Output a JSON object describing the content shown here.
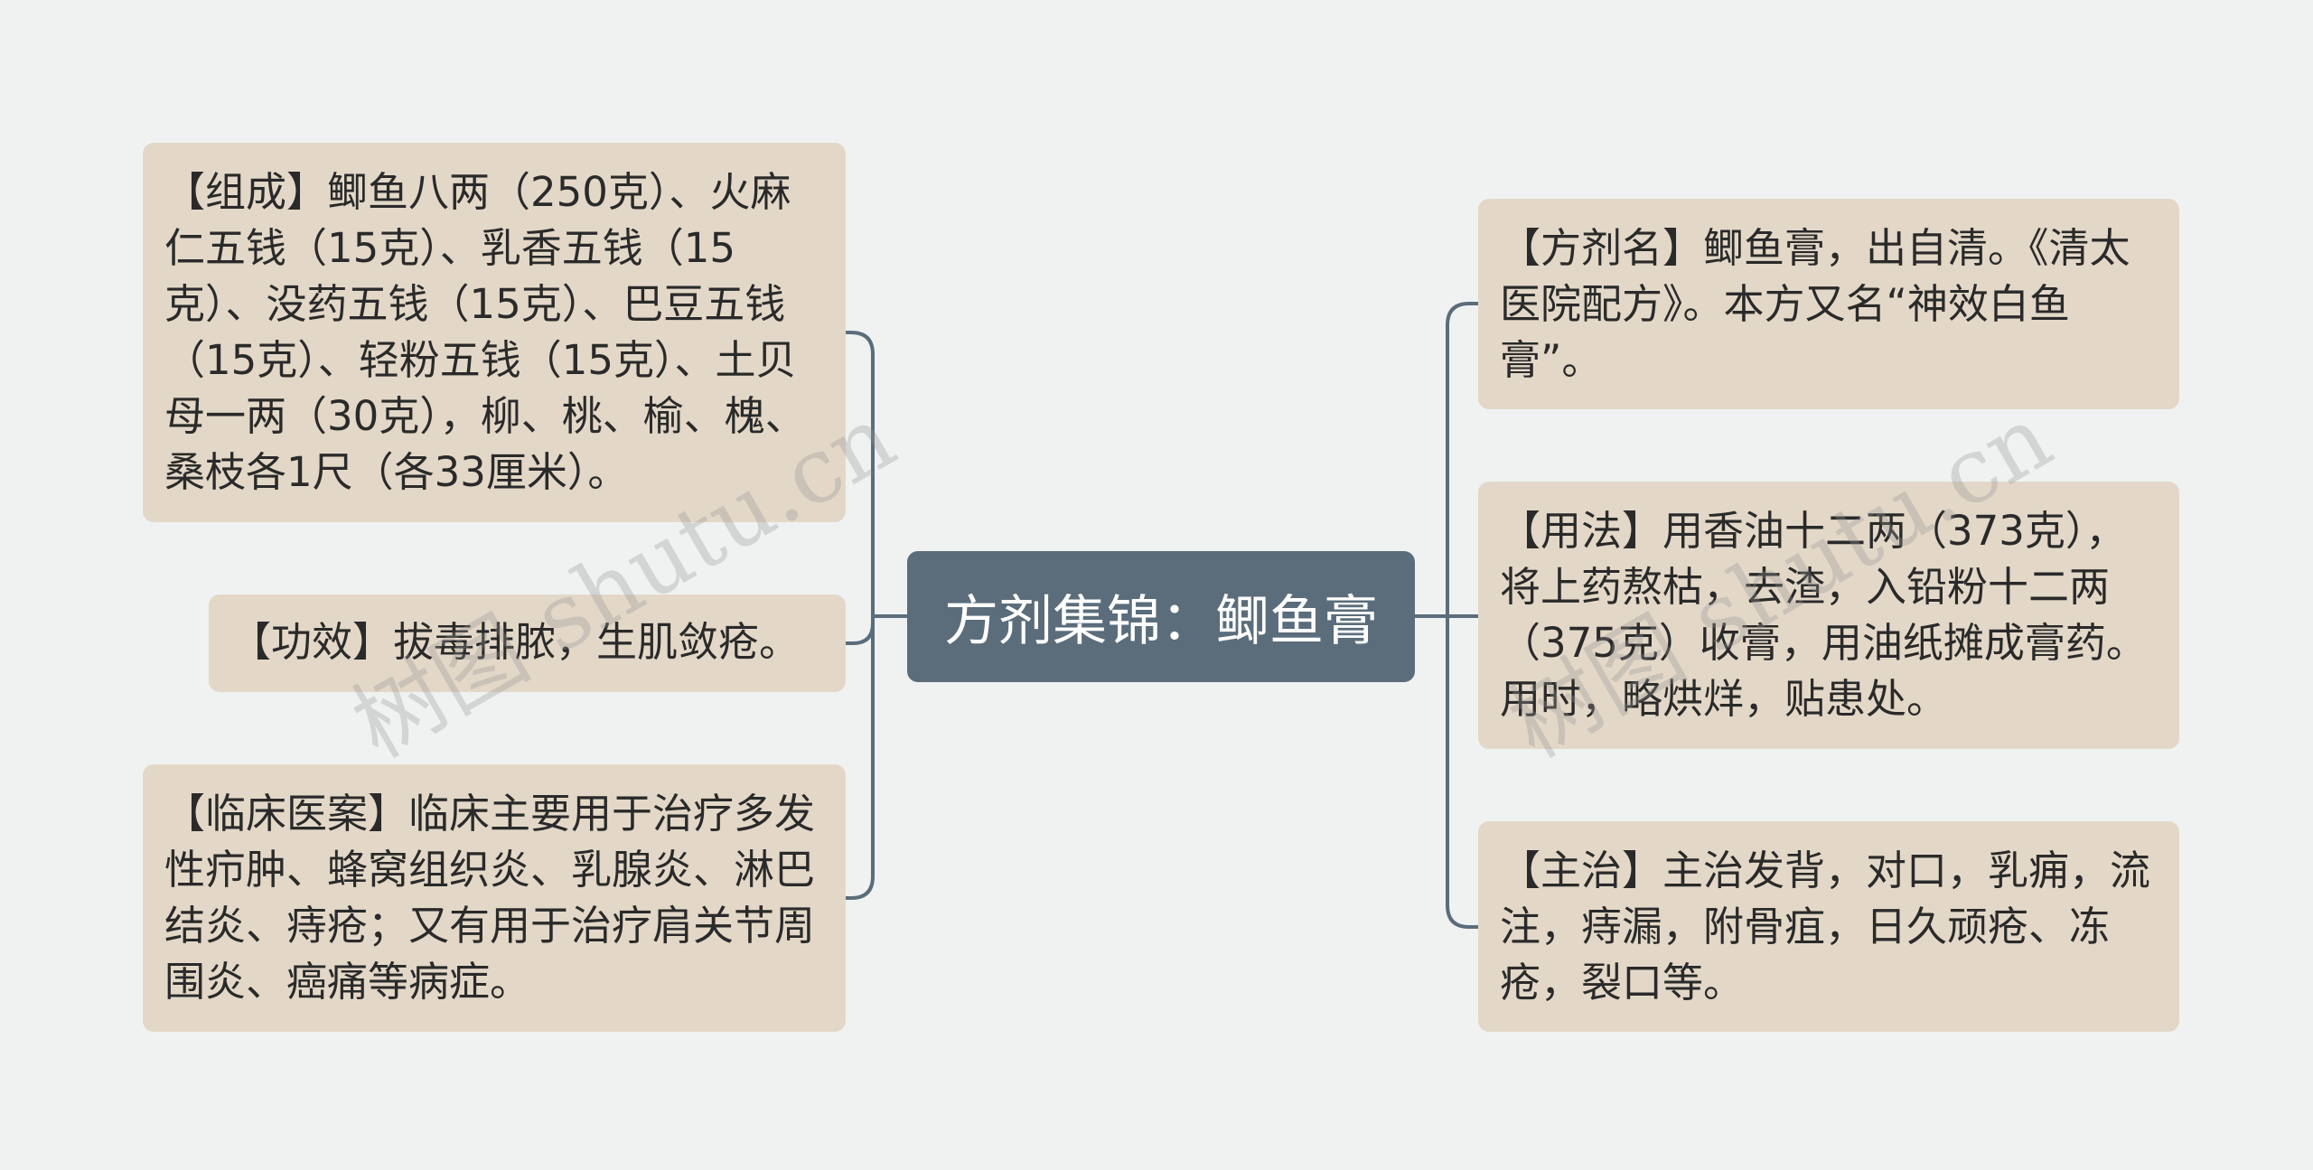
{
  "center": {
    "label": "方剂集锦：鲫鱼膏"
  },
  "left_nodes": [
    {
      "id": "composition",
      "text": "【组成】鲫鱼八两（250克）、火麻仁五钱（15克）、乳香五钱（15克）、没药五钱（15克）、巴豆五钱（15克）、轻粉五钱（15克）、土贝母一两（30克），柳、桃、榆、槐、桑枝各1尺（各33厘米）。"
    },
    {
      "id": "effect",
      "text": "【功效】拔毒排脓，生肌敛疮。"
    },
    {
      "id": "clinical",
      "text": "【临床医案】临床主要用于治疗多发性疖肿、蜂窝组织炎、乳腺炎、淋巴结炎、痔疮；又有用于治疗肩关节周围炎、癌痛等病症。"
    }
  ],
  "right_nodes": [
    {
      "id": "name",
      "text": "【方剂名】鲫鱼膏，出自清。《清太医院配方》。本方又名“神效白鱼膏”。"
    },
    {
      "id": "usage",
      "text": "【用法】用香油十二两（373克），将上药熬枯，去渣，入铅粉十二两（375克）收膏，用油纸摊成膏药。用时，略烘烊，贴患处。"
    },
    {
      "id": "indication",
      "text": "【主治】主治发背，对口，乳痈，流注，痔漏，附骨疽，日久顽疮、冻疮，裂口等。"
    }
  ],
  "watermark": "树图 shutu.cn",
  "colors": {
    "background": "#f0f2f2",
    "center_fill": "#5b6d7b",
    "node_fill": "#e3d8c8",
    "connector": "#5b6d7b"
  }
}
